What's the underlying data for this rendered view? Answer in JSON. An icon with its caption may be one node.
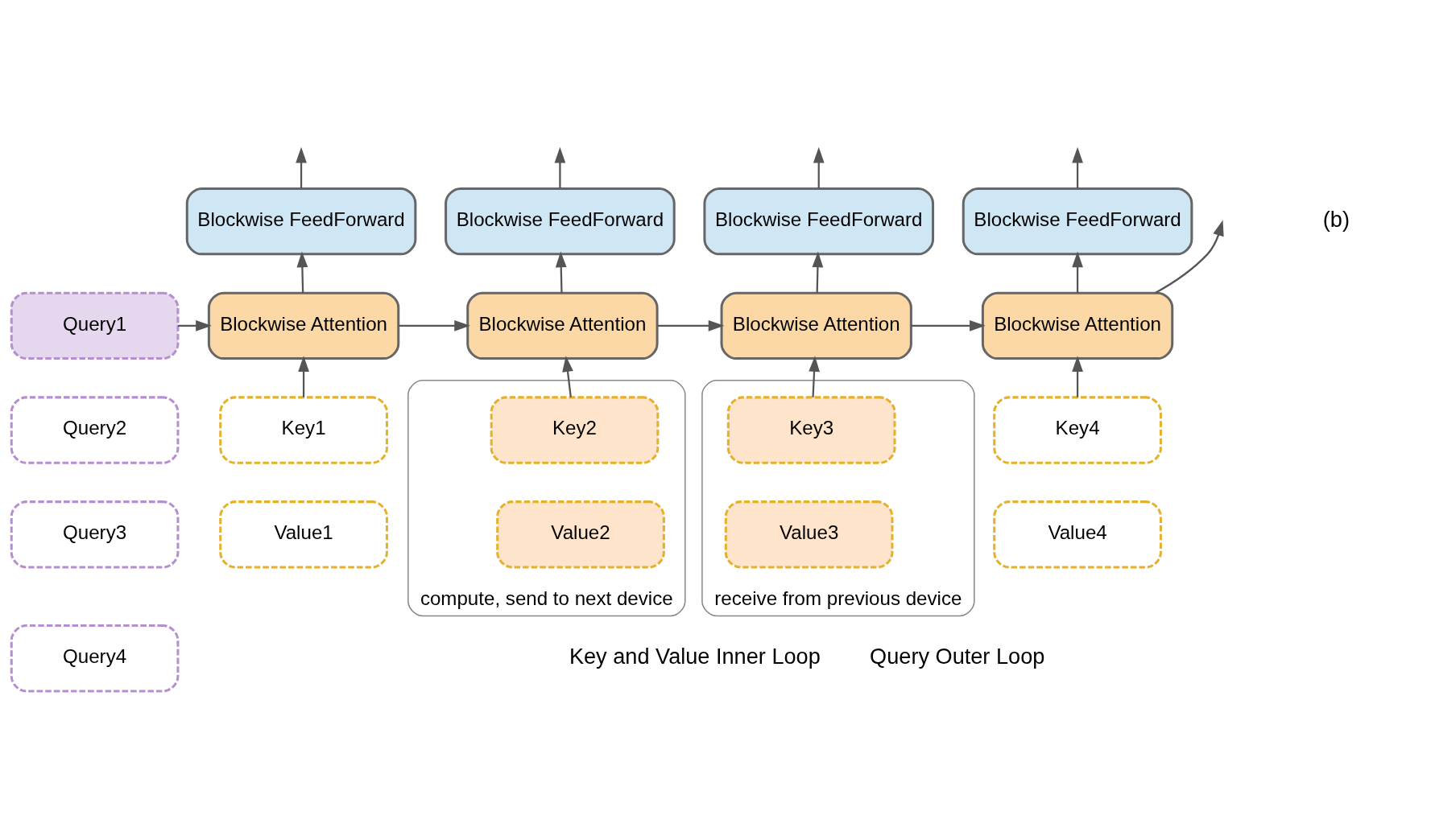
{
  "diagram": {
    "nodes": [
      {
        "text": [
          "Query1"
        ]
      },
      {
        "text": [
          "Query2"
        ]
      },
      {
        "text": [
          "Query3"
        ]
      },
      {
        "text": [
          "Query4"
        ]
      },
      {
        "text": [
          "Blockwise FeedForward"
        ]
      },
      {
        "text": [
          "Blockwise FeedForward"
        ]
      },
      {
        "text": [
          "Blockwise FeedForward"
        ]
      },
      {
        "text": [
          "Blockwise FeedForward"
        ]
      },
      {
        "text": [
          "Blockwise Attention"
        ]
      },
      {
        "text": [
          "Blockwise Attention"
        ]
      },
      {
        "text": [
          "Blockwise Attention"
        ]
      },
      {
        "text": [
          "Blockwise Attention"
        ]
      },
      {
        "text": [
          "Key1"
        ]
      },
      {
        "text": [
          "Value1"
        ]
      },
      {
        "text": [
          "compute, send to next device"
        ]
      },
      {
        "text": [
          "Key2"
        ],
        "in": 14
      },
      {
        "text": [
          "Value2"
        ],
        "in": 14
      },
      {
        "text": [
          "receive from previous device"
        ]
      },
      {
        "text": [
          "Key3"
        ],
        "in": 17
      },
      {
        "text": [
          "Value3"
        ],
        "in": 17
      },
      {
        "text": [
          "Key4"
        ]
      },
      {
        "text": [
          "Value4"
        ]
      }
    ],
    "edges": [
      {
        "from": 0,
        "to": 8,
        "arrow": "to"
      },
      {
        "from": 8,
        "to": 9,
        "arrow": "to"
      },
      {
        "from": 9,
        "to": 10,
        "arrow": "to"
      },
      {
        "from": 10,
        "to": 11,
        "arrow": "to"
      },
      {
        "from": 11,
        "to": null,
        "arrow": "to"
      },
      {
        "from": 12,
        "to": 8,
        "arrow": "to"
      },
      {
        "from": 15,
        "to": 9,
        "arrow": "to"
      },
      {
        "from": 18,
        "to": 10,
        "arrow": "to"
      },
      {
        "from": 20,
        "to": 11,
        "arrow": "to"
      },
      {
        "from": 8,
        "to": 4,
        "arrow": "to"
      },
      {
        "from": 9,
        "to": 5,
        "arrow": "to"
      },
      {
        "from": 10,
        "to": 6,
        "arrow": "to"
      },
      {
        "from": 11,
        "to": 7,
        "arrow": "to"
      },
      {
        "from": 4,
        "to": null,
        "arrow": "to"
      },
      {
        "from": 5,
        "to": null,
        "arrow": "to"
      },
      {
        "from": 6,
        "to": null,
        "arrow": "to"
      },
      {
        "from": 7,
        "to": null,
        "arrow": "to"
      }
    ],
    "labels": [
      "(b)",
      "Query Outer Loop",
      "Key and Value Inner Loop"
    ]
  }
}
